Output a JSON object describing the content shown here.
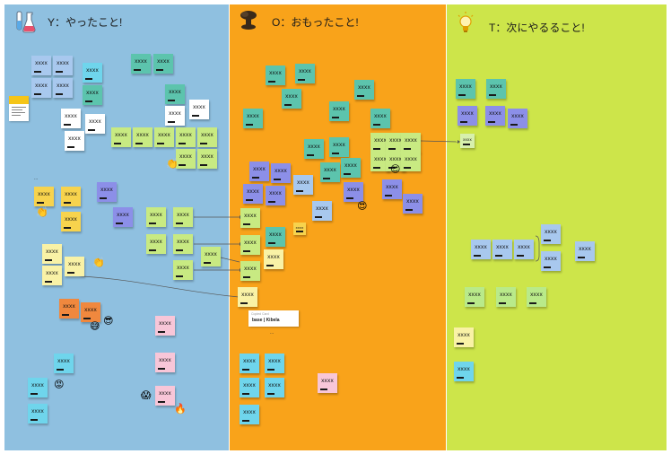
{
  "columns": {
    "y": {
      "title": "Y：やったこと!",
      "color": "#8fc0e0",
      "icon": "flask-icon"
    },
    "o": {
      "title": "O：おもったこと!",
      "color": "#f9a31a",
      "icon": "explosion-icon"
    },
    "t": {
      "title": "T：次にやるること!",
      "color": "#cde54a",
      "icon": "lightbulb-icon"
    }
  },
  "note_text": "xxxx",
  "colors": {
    "light_blue": "#a8c8ee",
    "cyan": "#6fd5ec",
    "teal": "#5cc4ad",
    "white": "#ffffff",
    "lime": "#c8ea82",
    "yellow": "#f7d34d",
    "purple": "#8c8fe8",
    "pale_yellow": "#f9f2a6",
    "orange": "#f0883e",
    "pink": "#f8c6d8",
    "light_green": "#b9ea8a",
    "pale_green": "#d7f0ad"
  },
  "card": {
    "caption": "Copied Card",
    "title": "base | Kibela"
  },
  "ellipsis": "..."
}
